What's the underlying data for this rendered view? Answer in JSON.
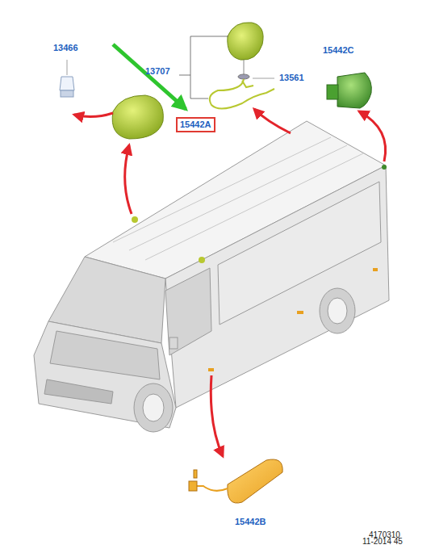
{
  "diagram": {
    "nodes": [
      {
        "text": [
          "15442A"
        ]
      }
    ],
    "labels": [
      "13466",
      "13707",
      "13561",
      "15442C",
      "15442B",
      "4170310",
      "11-2014 45"
    ]
  }
}
